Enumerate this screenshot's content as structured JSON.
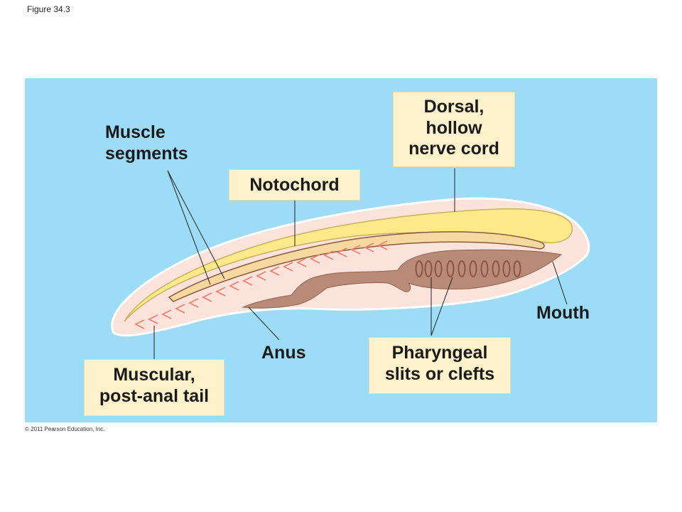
{
  "figure_label": "Figure 34.3",
  "copyright": "© 2011 Pearson Education, Inc.",
  "colors": {
    "background_panel": "#9ddcf6",
    "label_box": "#fdf2cc",
    "body": "#fbe3dc",
    "nerve_cord": "#fbe98a",
    "notochord": "#f7d9a0",
    "gut": "#b98a76",
    "muscle_marks": "#f08070"
  },
  "labels": {
    "muscle_segments": [
      "Muscle",
      "segments"
    ],
    "notochord": "Notochord",
    "dorsal_nerve_cord": [
      "Dorsal,",
      "hollow",
      "nerve cord"
    ],
    "mouth": "Mouth",
    "anus": "Anus",
    "pharyngeal_slits": [
      "Pharyngeal",
      "slits or clefts"
    ],
    "tail": [
      "Muscular,",
      "post-anal tail"
    ]
  }
}
